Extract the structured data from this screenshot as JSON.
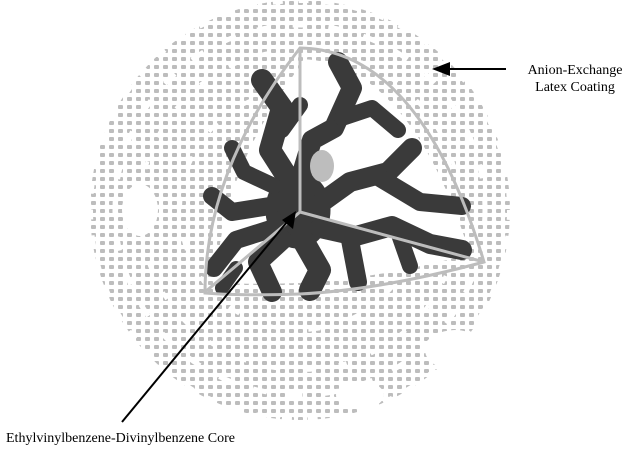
{
  "labels": {
    "latex_coating_line1": "Anion-Exchange",
    "latex_coating_line2": "Latex Coating",
    "core": "Ethylvinylbenzene-Divinylbenzene Core"
  },
  "colors": {
    "background": "#ffffff",
    "latex_dots": "#bdbdbd",
    "core_fill": "#3a3a3a",
    "core_outline": "#bdbdbd",
    "pointer": "#000000"
  }
}
